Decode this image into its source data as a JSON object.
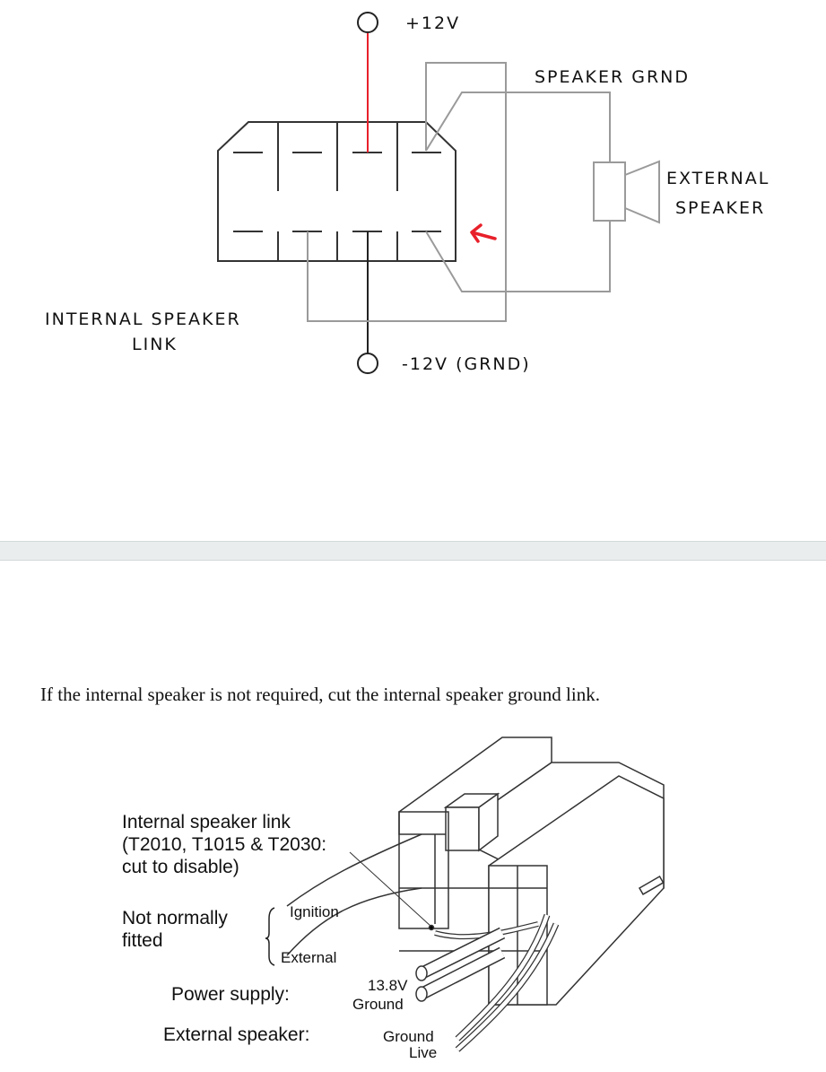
{
  "wiring_diagram": {
    "labels": {
      "plus_12v": "+12V",
      "speaker_grnd": "SPEAKER GRND",
      "external_speaker_line1": "EXTERNAL",
      "external_speaker_line2": "SPEAKER",
      "internal_speaker_link_line1": "INTERNAL SPEAKER",
      "internal_speaker_link_line2": "LINK",
      "minus_12v": "-12V (GRND)"
    },
    "colors": {
      "positive_wire": "#e8202a",
      "annotation_arrow": "#e8202a",
      "link_wire": "#9a9a9a"
    }
  },
  "instruction": "If the internal speaker is not required, cut the internal speaker ground link.",
  "connector_drawing": {
    "callout_line1": "Internal speaker link",
    "callout_line2": "(T2010, T1015 & T2030:",
    "callout_line3": "cut to disable)",
    "not_fitted_line1": "Not normally",
    "not_fitted_line2": "fitted",
    "ignition": "Ignition",
    "external": "External",
    "power_supply": "Power supply:",
    "v13_8": "13.8V",
    "ps_ground": "Ground",
    "external_speaker": "External speaker:",
    "es_ground": "Ground",
    "es_live": "Live"
  }
}
